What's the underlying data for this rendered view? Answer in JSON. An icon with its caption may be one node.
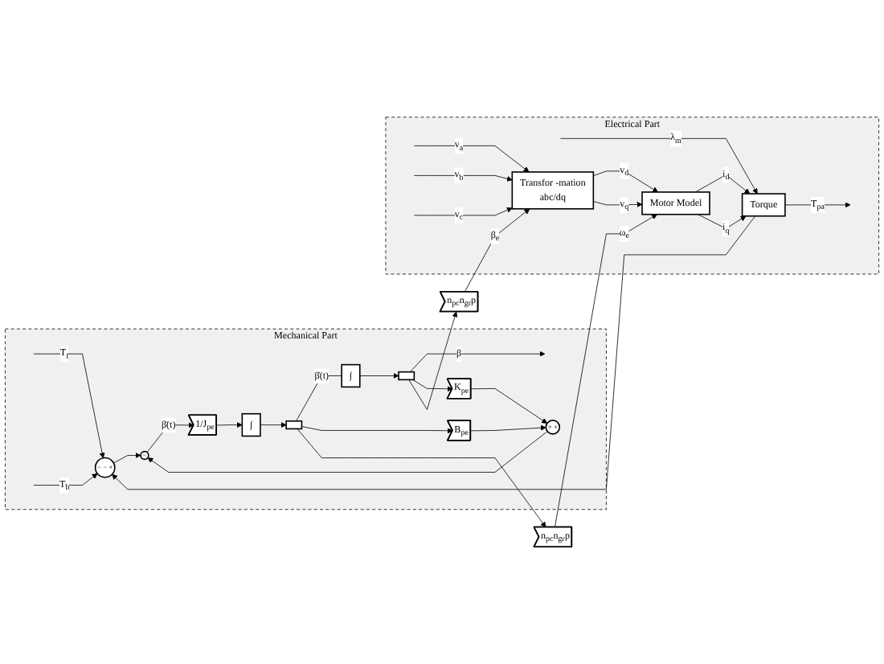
{
  "diagram": {
    "nodes": [
      {
        "text": [
          "Mechanical Part"
        ]
      },
      {
        "text": [
          "−",
          "−",
          "+"
        ],
        "in": 0
      },
      {
        "text": [
          "−"
        ],
        "in": 0
      },
      {
        "text": [
          "1/J$_{pe}$"
        ],
        "in": 0
      },
      {
        "text": [
          "∫"
        ],
        "in": 0
      },
      {
        "text": [],
        "shape": "box",
        "in": 0
      },
      {
        "text": [
          "∫"
        ],
        "in": 0
      },
      {
        "text": [],
        "shape": "box",
        "in": 0
      },
      {
        "text": [
          "B$_{pe}$"
        ],
        "in": 0
      },
      {
        "text": [
          "+",
          "+"
        ],
        "in": 0
      },
      {
        "text": [
          "K$_{pe}$"
        ],
        "in": 0
      },
      {
        "text": [
          "n$_{pc}$n$_{gr}$p"
        ]
      },
      {
        "text": [
          "n$_{pc}$n$_{gr}$p"
        ]
      },
      {
        "text": [
          "Electrical Part"
        ]
      },
      {
        "text": [
          "Transfor -mation",
          "abc/dq"
        ],
        "in": 13
      },
      {
        "text": [
          "Motor Model"
        ],
        "in": 13
      },
      {
        "text": [
          "Torque"
        ],
        "in": 13
      }
    ],
    "edges": [
      {
        "from": null,
        "to": 1,
        "arrow": "to",
        "label": "T$_{f}$"
      },
      {
        "from": null,
        "to": 1,
        "arrow": "to",
        "label": "T$_{b}$"
      },
      {
        "from": 1,
        "to": 2,
        "arrow": "to"
      },
      {
        "from": 2,
        "to": 3,
        "arrow": "to",
        "label": "β̈(t)"
      },
      {
        "from": 3,
        "to": 4,
        "arrow": "to"
      },
      {
        "from": 4,
        "to": 5,
        "arrow": "to"
      },
      {
        "from": 5,
        "to": 6,
        "arrow": "none",
        "label": "β̇(t)"
      },
      {
        "from": 6,
        "to": 7,
        "arrow": "to"
      },
      {
        "from": 7,
        "to": null,
        "arrow": "to",
        "label": "β"
      },
      {
        "from": 5,
        "to": 8,
        "arrow": "to"
      },
      {
        "from": 8,
        "to": 9,
        "arrow": "to"
      },
      {
        "from": 7,
        "to": 10,
        "arrow": "to"
      },
      {
        "from": 10,
        "to": 9,
        "arrow": "to"
      },
      {
        "from": 9,
        "to": 2,
        "arrow": "to"
      },
      {
        "from": 5,
        "to": 11,
        "arrow": "to"
      },
      {
        "from": 7,
        "to": 12,
        "arrow": "to"
      },
      {
        "from": 11,
        "to": 15,
        "arrow": "to",
        "label": "ω$_{e}$"
      },
      {
        "from": 12,
        "to": 14,
        "arrow": "to",
        "label": "β$_{e}$"
      },
      {
        "from": null,
        "to": 14,
        "arrow": "to",
        "label": "v$_{a}$"
      },
      {
        "from": null,
        "to": 14,
        "arrow": "to",
        "label": "v$_{b}$"
      },
      {
        "from": null,
        "to": 14,
        "arrow": "to",
        "label": "v$_{c}$"
      },
      {
        "from": 14,
        "to": 15,
        "arrow": "to",
        "label": "v$_{d}$"
      },
      {
        "from": 14,
        "to": 15,
        "arrow": "to",
        "label": "v$_{q}$"
      },
      {
        "from": 15,
        "to": 16,
        "arrow": "to",
        "label": "i$_{d}$"
      },
      {
        "from": 15,
        "to": 16,
        "arrow": "to",
        "label": "i$_{q}$"
      },
      {
        "from": null,
        "to": 16,
        "arrow": "to",
        "label": "λ$_{m}$"
      },
      {
        "from": 16,
        "to": null,
        "arrow": "to",
        "label": "T$_{pa}$"
      },
      {
        "from": 16,
        "to": 1,
        "arrow": "to"
      }
    ]
  }
}
